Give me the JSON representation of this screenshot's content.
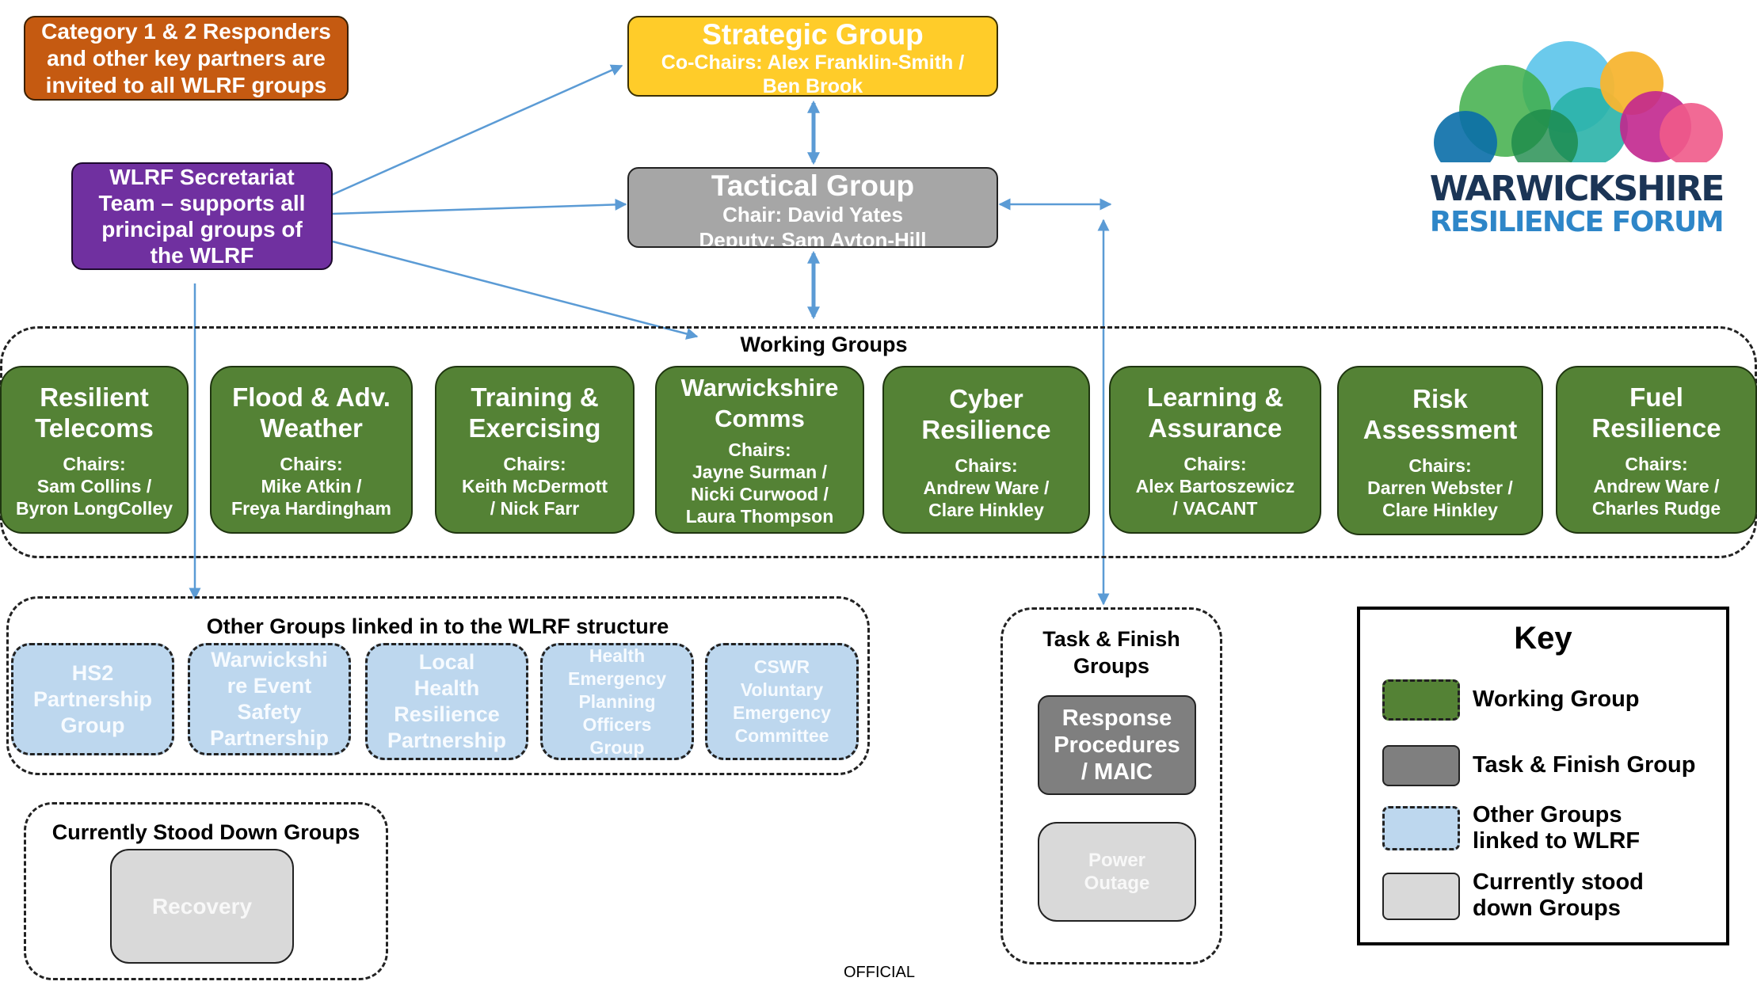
{
  "partners_note": [
    "Category 1 & 2 Responders",
    "and other key partners are",
    "invited to all WLRF groups"
  ],
  "strategic": {
    "title": "Strategic Group",
    "line1": "Co-Chairs: Alex Franklin-Smith /",
    "line2": "Ben Brook"
  },
  "tactical": {
    "title": "Tactical Group",
    "line1": "Chair: David Yates",
    "line2": "Deputy: Sam Ayton-Hill"
  },
  "secretariat": [
    "WLRF Secretariat",
    "Team – supports all",
    "principal groups of",
    "the WLRF"
  ],
  "logo": {
    "line1": "WARWICKSHIRE",
    "line2": "RESILIENCE FORUM"
  },
  "working_groups": {
    "title": "Working Groups",
    "items": [
      {
        "title1": "Resilient",
        "title2": "Telecoms",
        "chairs": "Chairs:",
        "names1": "Sam Collins /",
        "names2": "Byron LongColley"
      },
      {
        "title1": "Flood & Adv.",
        "title2": "Weather",
        "chairs": "Chairs:",
        "names1": "Mike Atkin /",
        "names2": "Freya Hardingham"
      },
      {
        "title1": "Training &",
        "title2": "Exercising",
        "chairs": "Chairs:",
        "names1": "Keith McDermott",
        "names2": "/ Nick Farr"
      },
      {
        "title1": "Warwickshire",
        "title2": "Comms",
        "chairs": "Chairs:",
        "names1": "Jayne Surman /",
        "names2": "Nicki Curwood /",
        "names3": "Laura Thompson"
      },
      {
        "title1": "Cyber",
        "title2": "Resilience",
        "chairs": "Chairs:",
        "names1": "Andrew Ware /",
        "names2": "Clare Hinkley"
      },
      {
        "title1": "Learning &",
        "title2": "Assurance",
        "chairs": "Chairs:",
        "names1": "Alex Bartoszewicz",
        "names2": "/ VACANT"
      },
      {
        "title1": "Risk",
        "title2": "Assessment",
        "chairs": "Chairs:",
        "names1": "Darren Webster /",
        "names2": "Clare Hinkley"
      },
      {
        "title1": "Fuel",
        "title2": "Resilience",
        "chairs": "Chairs:",
        "names1": "Andrew Ware /",
        "names2": "Charles Rudge"
      }
    ]
  },
  "other_groups": {
    "title": "Other Groups linked in to the WLRF structure",
    "items": [
      {
        "lines": [
          "HS2",
          "Partnership",
          "Group"
        ]
      },
      {
        "lines": [
          "Warwickshi",
          "re Event",
          "Safety",
          "Partnership"
        ]
      },
      {
        "lines": [
          "Local",
          "Health",
          "Resilience",
          "Partnership"
        ]
      },
      {
        "lines": [
          "Health",
          "Emergency",
          "Planning",
          "Officers",
          "Group"
        ]
      },
      {
        "lines": [
          "CSWR",
          "Voluntary",
          "Emergency",
          "Committee"
        ]
      }
    ]
  },
  "stood_down": {
    "title": "Currently Stood Down Groups",
    "item": "Recovery"
  },
  "task_finish": {
    "title1": "Task & Finish",
    "title2": "Groups",
    "item1": [
      "Response",
      "Procedures",
      "/ MAIC"
    ],
    "item2": [
      "Power",
      "Outage"
    ]
  },
  "key": {
    "title": "Key",
    "working": "Working Group",
    "task": "Task & Finish Group",
    "other1": "Other Groups",
    "other2": "linked to WLRF",
    "down1": "Currently stood",
    "down2": "down Groups"
  },
  "footer": "OFFICIAL",
  "colors": {
    "working": "#548235",
    "task": "#7f7f7f",
    "other": "#bdd7ee",
    "down": "#d9d9d9",
    "strategic": "#ffcc29",
    "tactical": "#a6a6a6",
    "secretariat": "#7030a0",
    "partners": "#c55a11",
    "arrow": "#5b9bd5"
  }
}
